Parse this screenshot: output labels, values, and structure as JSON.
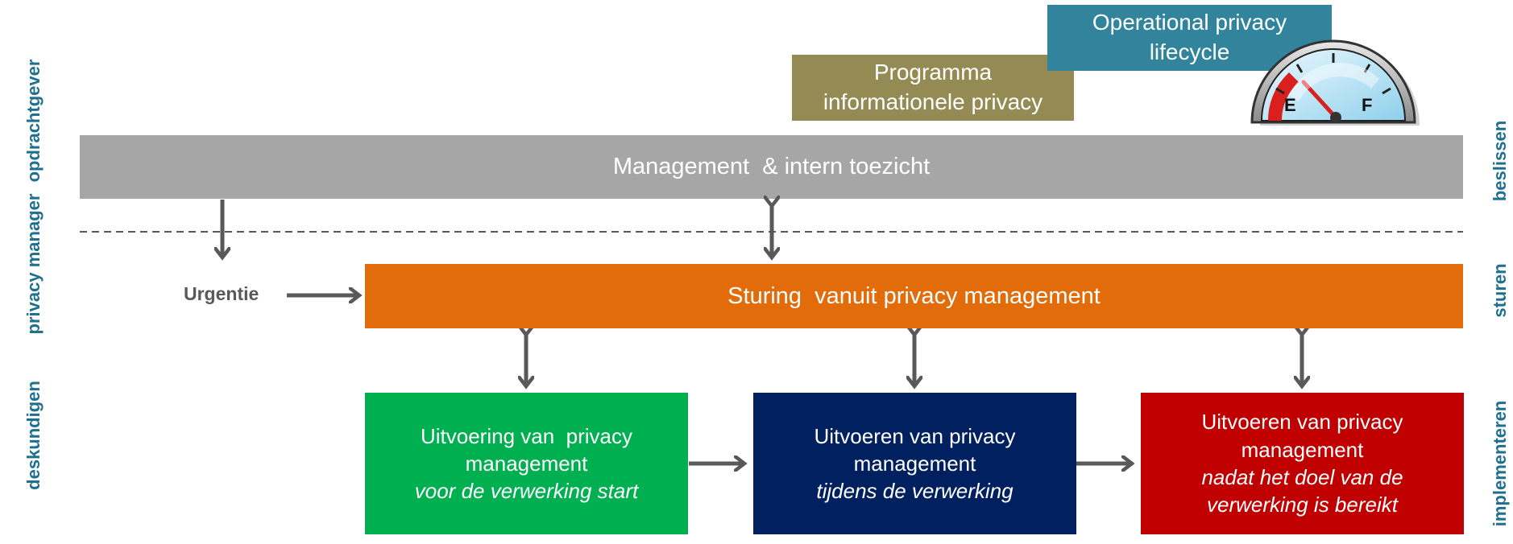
{
  "left_labels": {
    "top": "opdrachtgever",
    "middle": "privacy manager",
    "bottom": "deskundigen"
  },
  "right_labels": {
    "top": "beslissen",
    "middle": "sturen",
    "bottom": "implementeren"
  },
  "badges": {
    "programma": [
      "Programma",
      "informationele privacy"
    ],
    "lifecycle": [
      "Operational privacy",
      "lifecycle"
    ]
  },
  "gauge": {
    "empty": "E",
    "full": "F"
  },
  "bars": {
    "management": "Management  & intern toezicht",
    "sturing": "Sturing  vanuit privacy management"
  },
  "urgentie": "Urgentie",
  "phases": [
    {
      "line1": "Uitvoering van  privacy",
      "line2": "management",
      "italic": [
        "voor de verwerking start"
      ],
      "color": "#00b050"
    },
    {
      "line1": "Uitvoeren van privacy",
      "line2": "management",
      "italic": [
        "tijdens de verwerking"
      ],
      "color": "#002060"
    },
    {
      "line1": "Uitvoeren van privacy",
      "line2": "management",
      "italic": [
        "nadat het doel van de",
        "verwerking is bereikt"
      ],
      "color": "#c00000"
    }
  ],
  "colors": {
    "management_bar": "#a6a6a6",
    "sturing_bar": "#e36c0a",
    "programma_badge": "#948a54",
    "lifecycle_badge": "#31849b",
    "side_labels": "#1f6f8f",
    "arrows": "#595959"
  }
}
